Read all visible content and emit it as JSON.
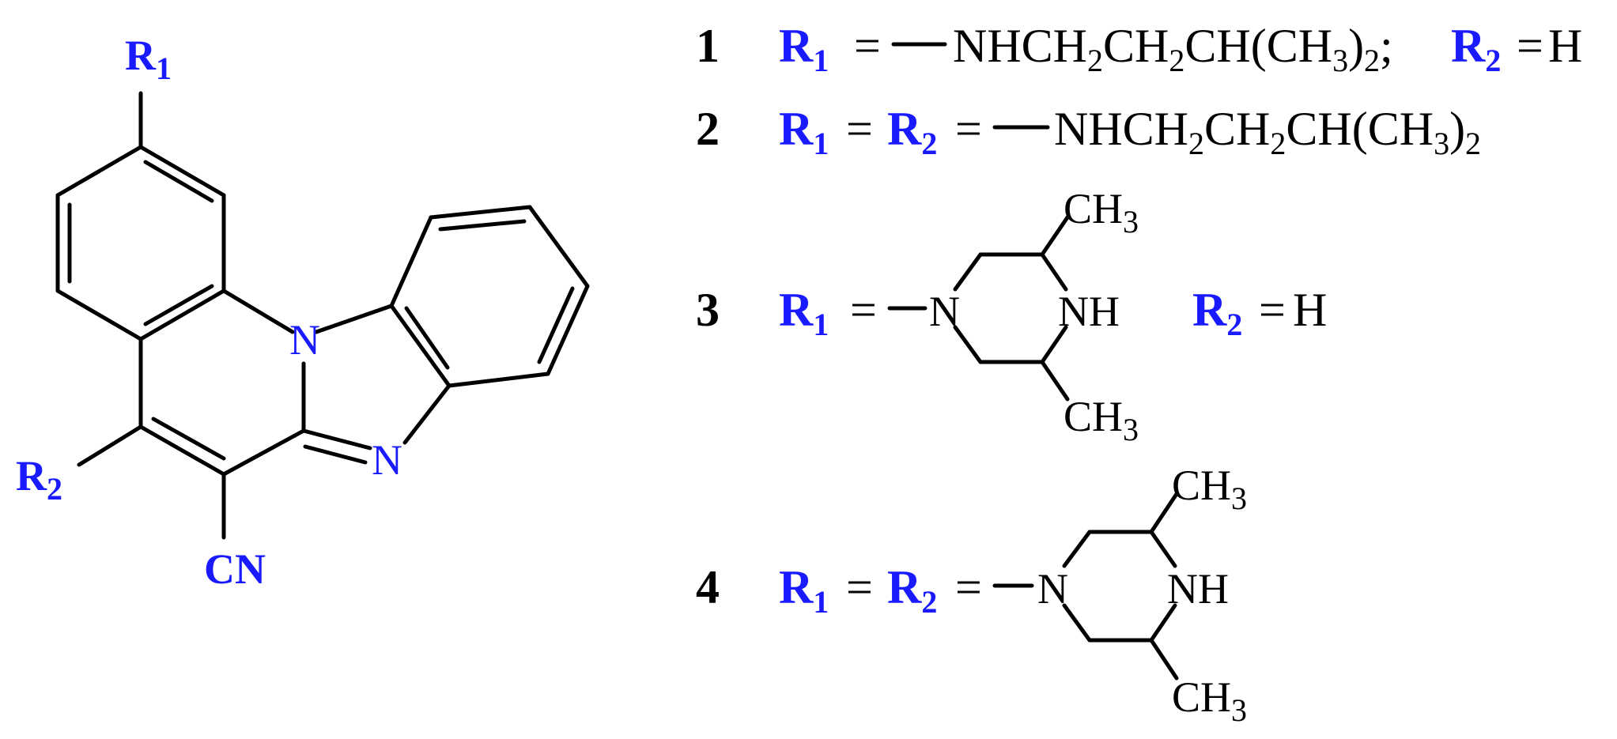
{
  "colors": {
    "substituent": "#1a1aff",
    "bond": "#000000",
    "background": "#ffffff"
  },
  "structure": {
    "label_R1": "R",
    "label_R1_sub": "1",
    "label_R2": "R",
    "label_R2_sub": "2",
    "label_N_bridge": "N",
    "label_N_imine": "N",
    "label_CN": "CN"
  },
  "compounds": [
    {
      "number": "1",
      "r1": "R",
      "r1_sub": "1",
      "eq": "=",
      "formula_parts": [
        "NHCH",
        "2",
        "CH",
        "2",
        "CH(CH",
        "3",
        ")",
        "2",
        ";"
      ],
      "r2": "R",
      "r2_sub": "2",
      "r2_eq": "=",
      "r2_value": "H"
    },
    {
      "number": "2",
      "r1": "R",
      "r1_sub": "1",
      "eq": "=",
      "r2": "R",
      "r2_sub": "2",
      "eq2": "=",
      "formula_parts": [
        "NHCH",
        "2",
        "CH",
        "2",
        "CH(CH",
        "3",
        ")",
        "2"
      ]
    },
    {
      "number": "3",
      "r1": "R",
      "r1_sub": "1",
      "eq": "=",
      "ring": {
        "n": "N",
        "nh": "NH",
        "me_top": "CH",
        "me_top_sub": "3",
        "me_bottom": "CH",
        "me_bottom_sub": "3"
      },
      "r2": "R",
      "r2_sub": "2",
      "r2_eq": "=",
      "r2_value": "H"
    },
    {
      "number": "4",
      "r1": "R",
      "r1_sub": "1",
      "eq": "=",
      "r2": "R",
      "r2_sub": "2",
      "eq2": "=",
      "ring": {
        "n": "N",
        "nh": "NH",
        "me_top": "CH",
        "me_top_sub": "3",
        "me_bottom": "CH",
        "me_bottom_sub": "3"
      }
    }
  ]
}
